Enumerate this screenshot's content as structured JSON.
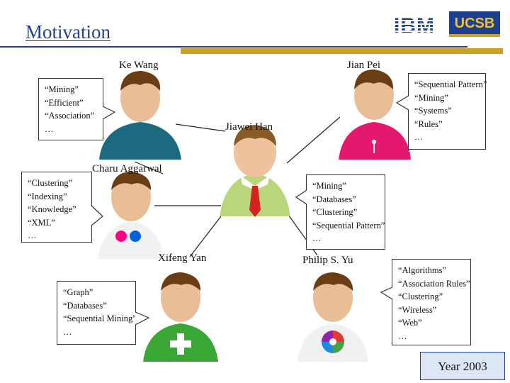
{
  "title": "Motivation",
  "logos": {
    "ibm": "IBM",
    "ucsb": "UCSB"
  },
  "people": {
    "ke_wang": {
      "name": "Ke Wang",
      "keywords": [
        "“Mining”",
        "“Efficient”",
        "“Association”",
        "…"
      ]
    },
    "jian_pei": {
      "name": "Jian Pei",
      "keywords": [
        "“Sequential Pattern”",
        "“Mining”",
        "“Systems”",
        "“Rules”",
        "…"
      ]
    },
    "jiawei_han": {
      "name": "Jiawei Han",
      "keywords": [
        "“Mining”",
        "“Databases”",
        "“Clustering”",
        "“Sequential Pattern”",
        "…"
      ]
    },
    "charu_aggarwal": {
      "name": "Charu Aggarwal",
      "keywords": [
        "“Clustering”",
        "“Indexing”",
        "“Knowledge”",
        "“XML”",
        "…"
      ]
    },
    "xifeng_yan": {
      "name": "Xifeng Yan",
      "keywords": [
        "“Graph”",
        "“Databases”",
        "“Sequential Mining”",
        "…"
      ]
    },
    "philip_yu": {
      "name": "Philip S. Yu",
      "keywords": [
        "“Algorithms”",
        "“Association Rules”",
        "“Clustering”",
        "“Wireless”",
        "“Web”",
        "…"
      ]
    }
  },
  "year": "Year 2003",
  "colors": {
    "title_blue": "#1f3f8f",
    "accent_gold": "#c9a227",
    "year_box": "#dde6f5"
  }
}
